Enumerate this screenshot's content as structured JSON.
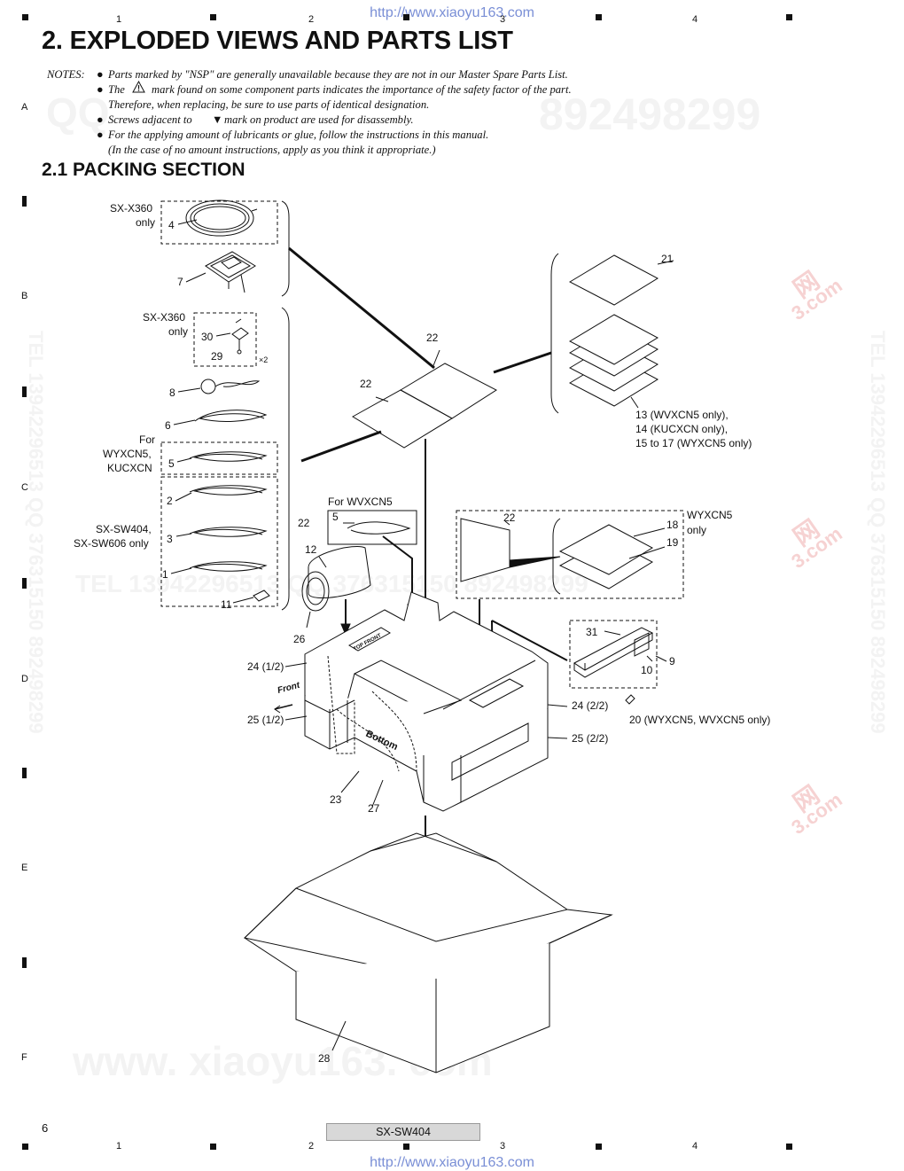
{
  "header_url": "http://www.xiaoyu163.com",
  "footer_url": "http://www.xiaoyu163.com",
  "col_numbers": [
    "1",
    "2",
    "3",
    "4"
  ],
  "row_letters": [
    "A",
    "B",
    "C",
    "D",
    "E",
    "F"
  ],
  "title": "2. EXPLODED VIEWS AND PARTS LIST",
  "notes": {
    "label": "NOTES:",
    "lines": [
      "Parts marked by \"NSP\" are generally unavailable because they are not in our Master Spare Parts List.",
      "The",
      "mark found on some component parts indicates the importance of the safety factor of the part.",
      "Therefore, when replacing, be sure to use parts of identical designation.",
      "Screws adjacent to",
      "mark on product are used for disassembly.",
      "For the applying amount of lubricants or glue, follow the instructions in this manual.",
      "(In the case of no amount instructions, apply as you think it appropriate.)"
    ]
  },
  "section_title": "2.1  PACKING SECTION",
  "watermarks": {
    "qq": "QQ",
    "number": "892498299",
    "tel_line": "TEL  13942296513  QQ  376315150  892498299",
    "vertical_left": "TEL  13942296513  QQ  376315150  892498299",
    "vertical_right": "TEL  13942296513  QQ  376315150  892498299",
    "site": "www. xiaoyu163. com",
    "stamp_top": "网",
    "stamp_bottom": "3.com"
  },
  "labels": {
    "sx_x360_only_a": "SX-X360",
    "only_a": "only",
    "p4": "4",
    "p7": "7",
    "sx_x360_only_b": "SX-X360",
    "only_b": "only",
    "p30": "30",
    "p29": "29",
    "x2": "×2",
    "p8": "8",
    "p6": "6",
    "for_1": "For",
    "for_2": "WYXCN5,",
    "for_3": "KUCXCN",
    "p5": "5",
    "p2": "2",
    "sw_1": "SX-SW404,",
    "sw_2": "SX-SW606 only",
    "p3": "3",
    "p1": "1",
    "p11": "11",
    "p21": "21",
    "p22_a": "22",
    "p22_b": "22",
    "p13_line": "13 (WVXCN5 only),",
    "p14_line": "14 (KUCXCN only),",
    "p15_line": "15 to 17 (WYXCN5 only)",
    "for_wvxcn5": "For WVXCN5",
    "p5b": "5",
    "p22_c": "22",
    "p12": "12",
    "p26": "26",
    "p22_d": "22",
    "wyxcn5": "WYXCN5",
    "only_c": "only",
    "p18": "18",
    "p19": "19",
    "p31": "31",
    "p9": "9",
    "p10": "10",
    "p20_line": "20 (WYXCN5, WVXCN5 only)",
    "p24_a": "24 (1/2)",
    "p24_b": "24 (2/2)",
    "p25_a": "25 (1/2)",
    "p25_b": "25 (2/2)",
    "front": "Front",
    "bottom": "Bottom",
    "top_front": "TOP FRONT",
    "p23": "23",
    "p27": "27",
    "p28": "28"
  },
  "page_number": "6",
  "model": "SX-SW404"
}
